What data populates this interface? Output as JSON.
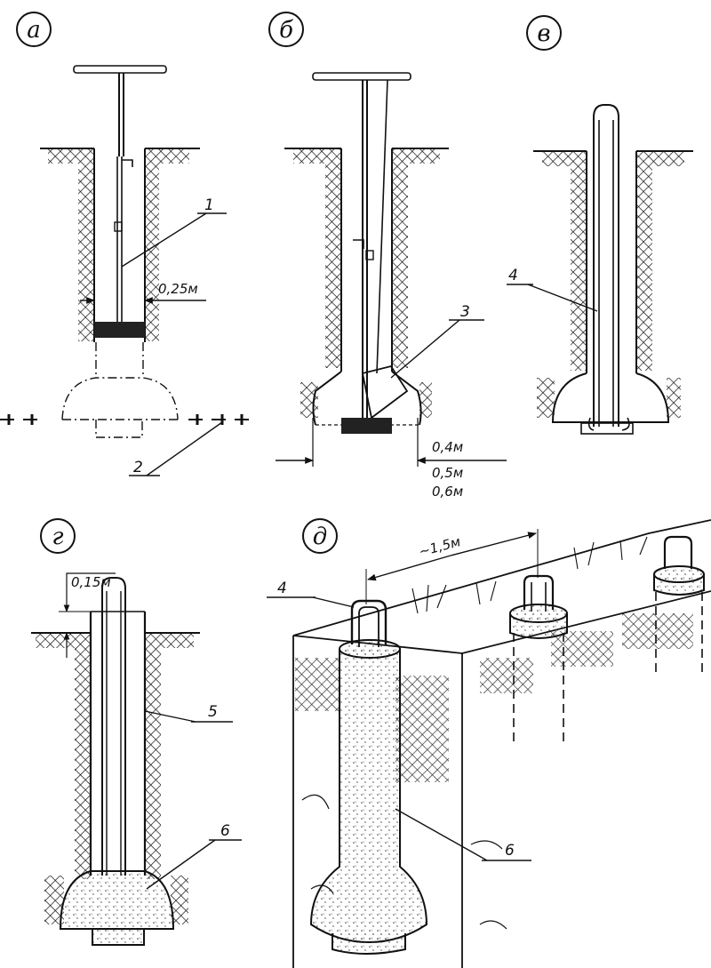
{
  "panels": [
    {
      "letter": "а"
    },
    {
      "letter": "б"
    },
    {
      "letter": "в"
    },
    {
      "letter": "г"
    },
    {
      "letter": "д"
    }
  ],
  "callouts": {
    "a_1": "1",
    "a_2": "2",
    "b_3": "3",
    "v_4": "4",
    "g_5": "5",
    "g_6": "6",
    "d_4": "4",
    "d_6": "6"
  },
  "dimensions": {
    "shaft_diameter": "0,25м",
    "base_diameters": [
      "0,4м",
      "0,5м",
      "0,6м"
    ],
    "protrusion": "0,15м",
    "spacing": "~1,5м"
  }
}
